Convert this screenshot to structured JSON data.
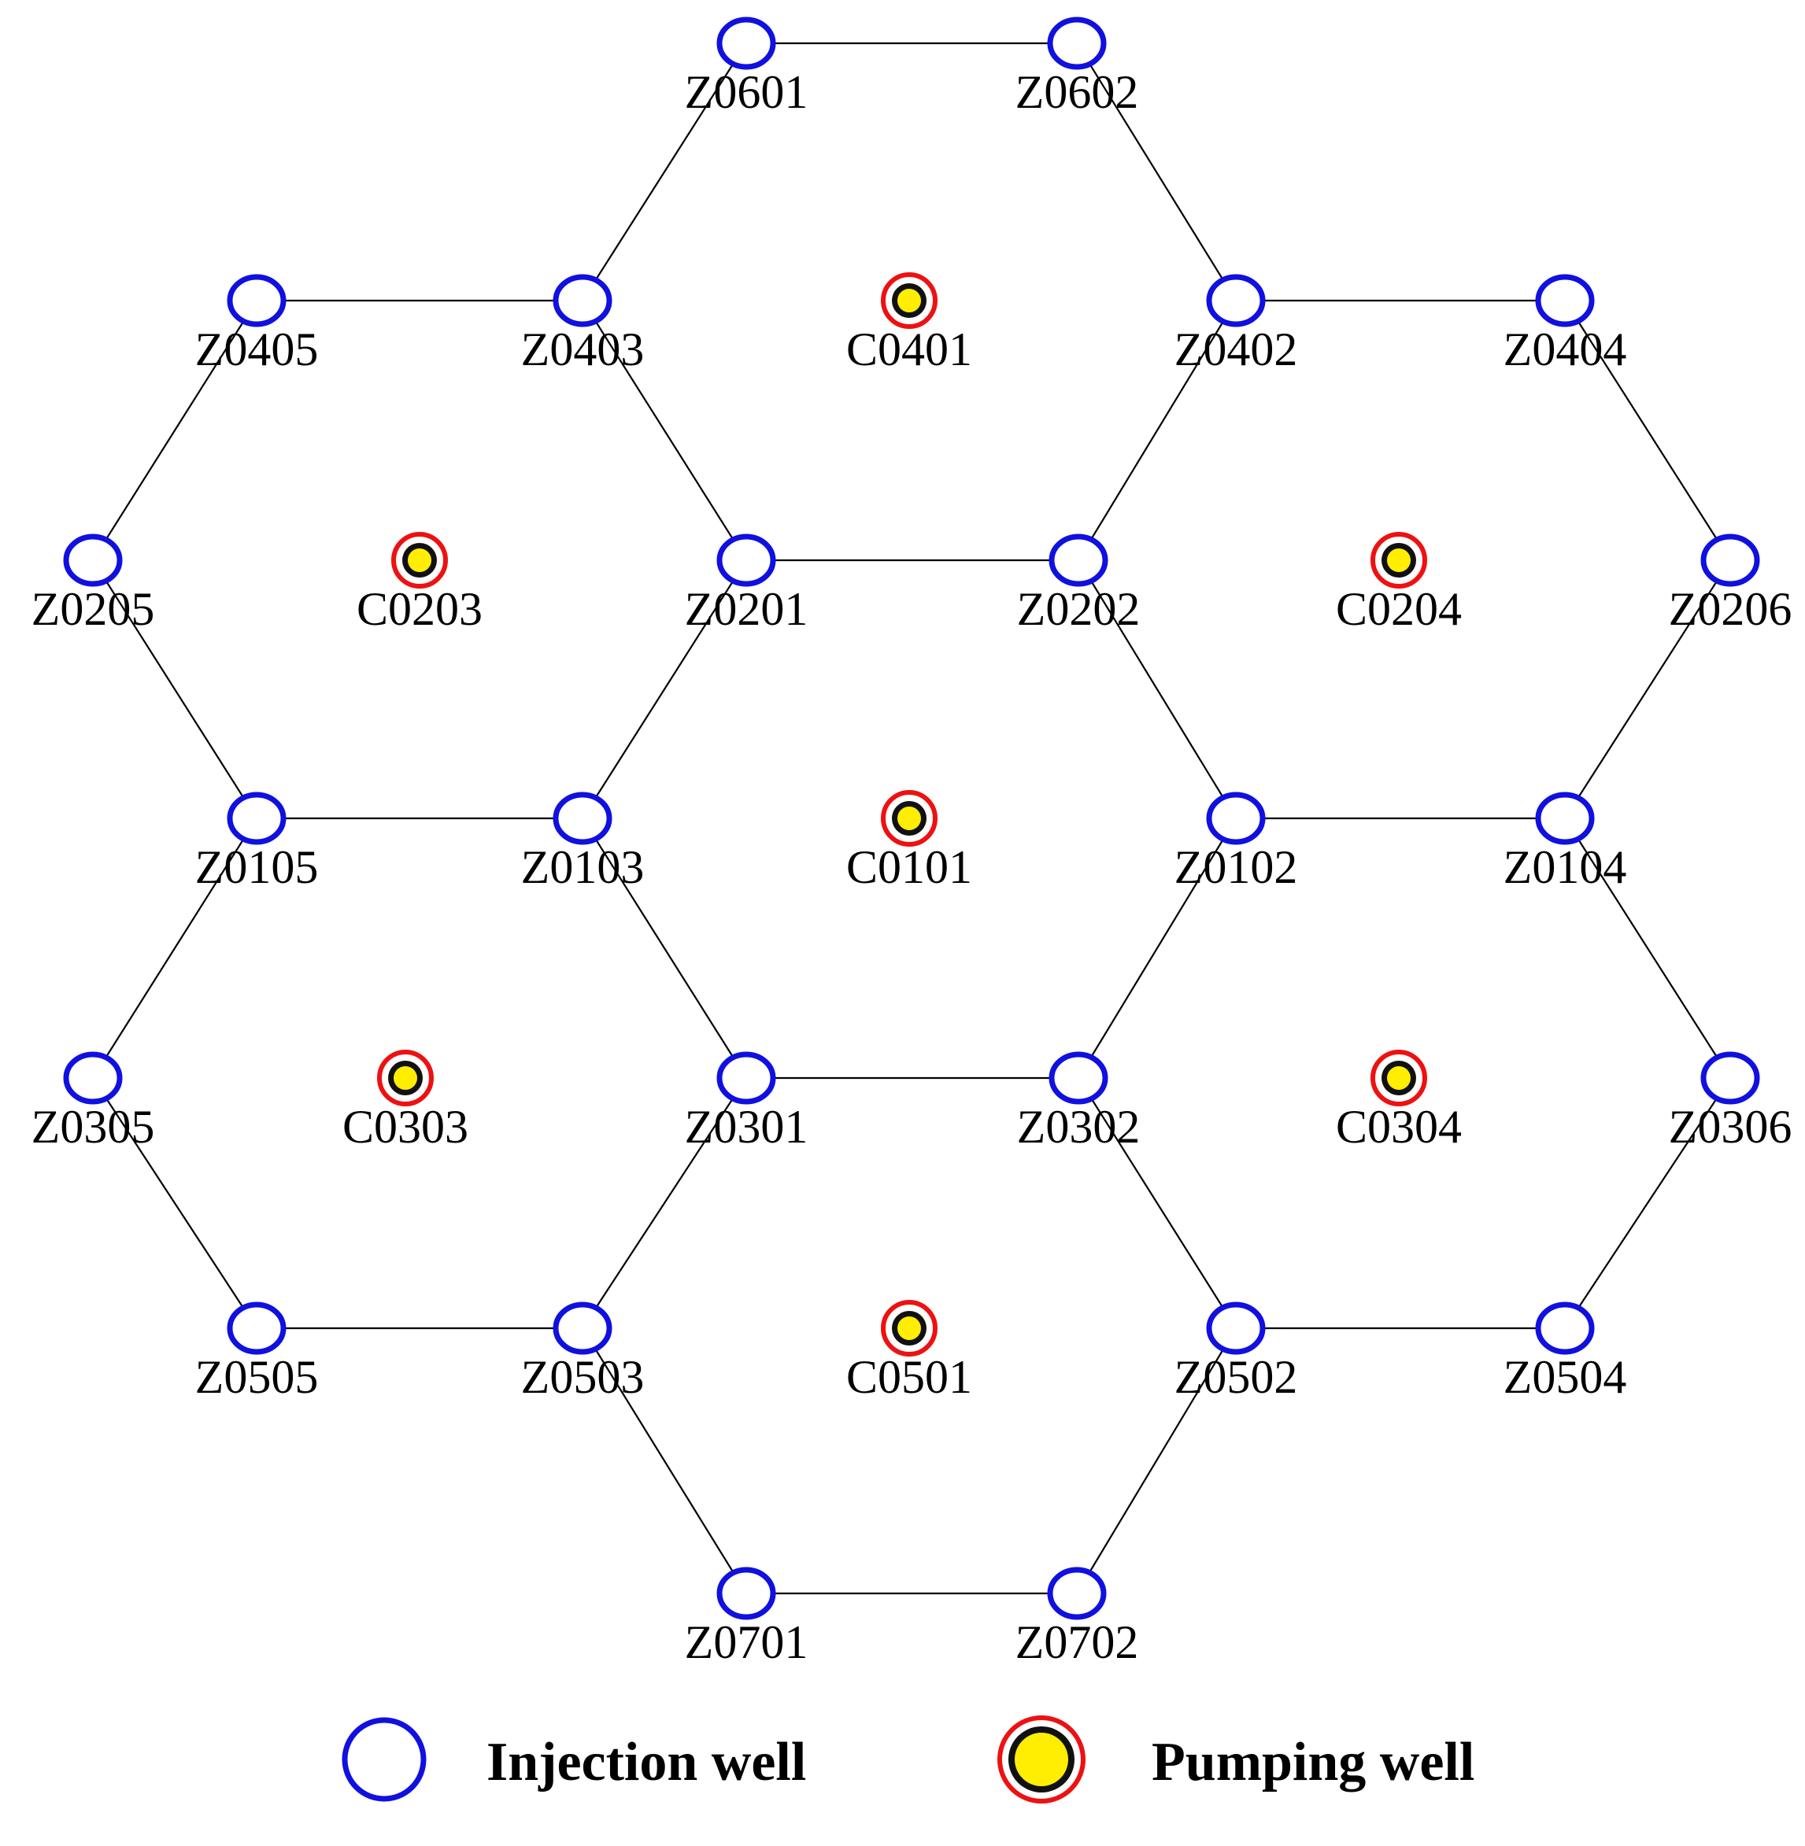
{
  "injection_wells": [
    "Z0601",
    "Z0602",
    "Z0405",
    "Z0403",
    "Z0402",
    "Z0404",
    "Z0205",
    "Z0201",
    "Z0202",
    "Z0206",
    "Z0105",
    "Z0103",
    "Z0102",
    "Z0104",
    "Z0305",
    "Z0301",
    "Z0302",
    "Z0306",
    "Z0505",
    "Z0503",
    "Z0502",
    "Z0504",
    "Z0701",
    "Z0702"
  ],
  "pumping_wells": [
    "C0401",
    "C0203",
    "C0204",
    "C0101",
    "C0303",
    "C0304",
    "C0501"
  ],
  "legend": {
    "injection_label": "Injection well",
    "pumping_label": "Pumping well"
  },
  "colors": {
    "injection_ring": "#1010e0",
    "pumping_ring": "#ee1111",
    "pumping_core": "#ffee00",
    "line": "#000000"
  }
}
